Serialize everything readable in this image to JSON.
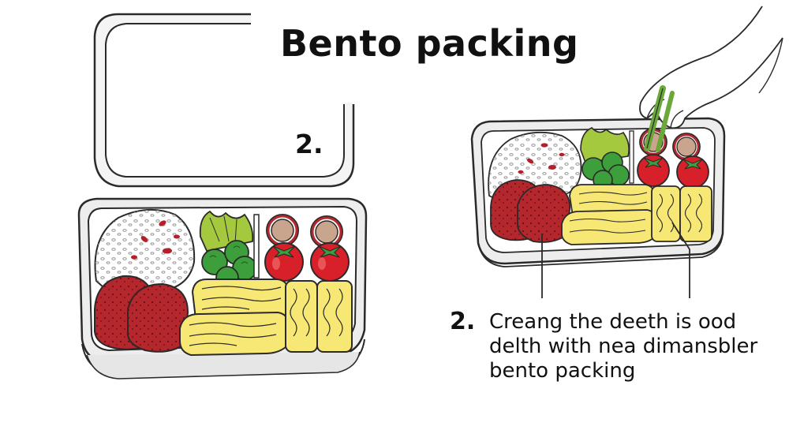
{
  "title": "Bento packing",
  "lid_step_number": "2.",
  "caption": {
    "number": "2.",
    "lines": [
      "Creang the deeth is ood",
      "delth with nea dimansbler",
      "bento packing"
    ]
  },
  "colors": {
    "outline": "#2a2a2a",
    "rice": "#ffffff",
    "rice_bean": "#b3202a",
    "meat": "#b3272d",
    "egg": "#f7e774",
    "lettuce": "#a4c93f",
    "broccoli": "#3d9e3c",
    "tomato": "#d8202a",
    "sausage": "#c9a58e",
    "tray": "#f2f2f2"
  }
}
